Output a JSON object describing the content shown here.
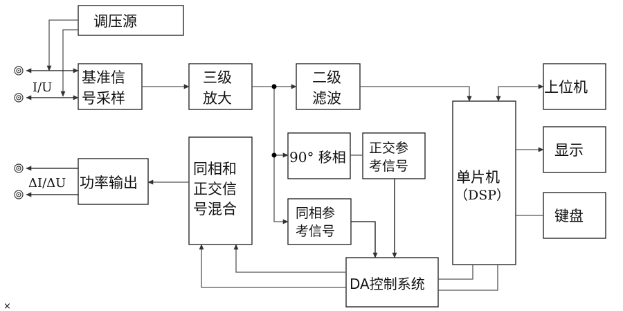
{
  "diagram": {
    "blocks": {
      "voltage_source": "调压源",
      "ref_sampling": [
        "基准信",
        "号采样"
      ],
      "three_stage_amp": [
        "三级",
        "放大"
      ],
      "two_stage_filter": [
        "二级",
        "滤波"
      ],
      "phase_shift_90": "90° 移相",
      "quadrature_ref": [
        "正交参",
        "考信号"
      ],
      "inphase_ref": [
        "同相参",
        "考信号"
      ],
      "mixer": [
        "同相和",
        "正交信",
        "号混合"
      ],
      "power_output": "功率输出",
      "mcu": [
        "单片机",
        "（DSP）"
      ],
      "host_pc": "上位机",
      "display": "显示",
      "keyboard": "键盘",
      "da_control": "DA控制系统"
    },
    "labels": {
      "input_label": "I/U",
      "output_label": "ΔI/ΔU",
      "corner_mark": "×"
    }
  }
}
